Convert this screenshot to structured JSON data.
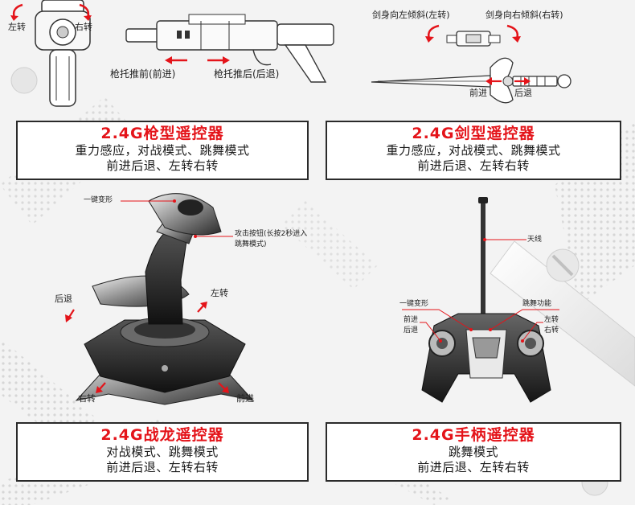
{
  "colors": {
    "accent": "#e4141a",
    "text": "#1a1a1a",
    "frame": "#2a2a2a"
  },
  "gun": {
    "label_left_turn": "左转",
    "label_right_turn": "右转",
    "label_stock_forward": "枪托推前(前进)",
    "label_stock_back": "枪托推后(后退)"
  },
  "sword": {
    "label_tilt_left": "剑身向左倾斜(左转)",
    "label_tilt_right": "剑身向右倾斜(右转)",
    "label_forward": "前进",
    "label_back": "后退"
  },
  "joystick": {
    "label_transform": "一键变形",
    "label_attack": "攻击按钮(长按2秒进入跳舞模式)",
    "label_back": "后退",
    "label_left_turn": "左转",
    "label_right_turn": "右转",
    "label_forward": "前进"
  },
  "handheld": {
    "label_antenna": "天线",
    "label_transform": "一键变形",
    "label_dance": "跳舞功能",
    "label_fwd_back": "前进后退",
    "label_lr_turn": "左转右转"
  },
  "cards": [
    {
      "title": "2.4G枪型遥控器",
      "line1": "重力感应，对战模式、跳舞模式",
      "line2": "前进后退、左转右转"
    },
    {
      "title": "2.4G剑型遥控器",
      "line1": "重力感应，对战模式、跳舞模式",
      "line2": "前进后退、左转右转"
    },
    {
      "title": "2.4G战龙遥控器",
      "line1": "对战模式、跳舞模式",
      "line2": "前进后退、左转右转"
    },
    {
      "title": "2.4G手柄遥控器",
      "line1": "跳舞模式",
      "line2": "前进后退、左转右转"
    }
  ]
}
